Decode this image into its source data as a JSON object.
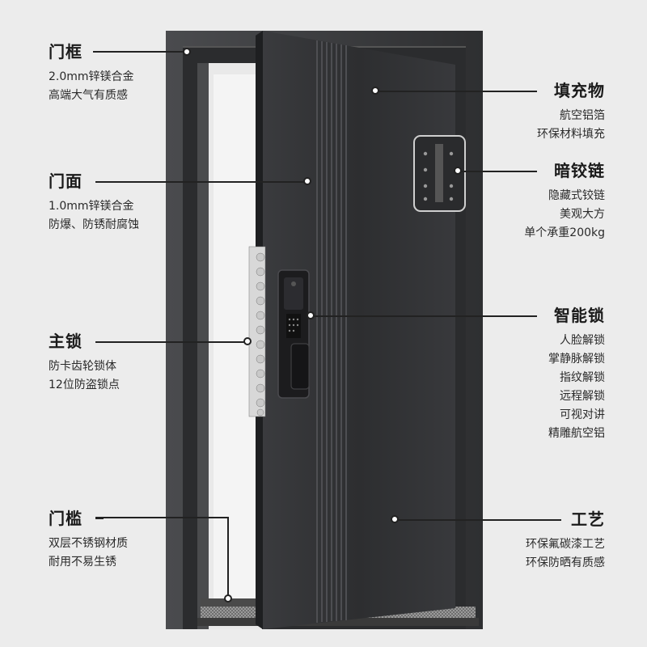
{
  "callouts": {
    "frame": {
      "title": "门框",
      "lines": [
        "2.0mm锌镁合金",
        "高端大气有质感"
      ]
    },
    "panel": {
      "title": "门面",
      "lines": [
        "1.0mm锌镁合金",
        "防爆、防锈耐腐蚀"
      ]
    },
    "main_lock": {
      "title": "主锁",
      "lines": [
        "防卡齿轮锁体",
        "12位防盗锁点"
      ]
    },
    "threshold": {
      "title": "门槛",
      "lines": [
        "双层不锈钢材质",
        "耐用不易生锈"
      ]
    },
    "filling": {
      "title": "填充物",
      "lines": [
        "航空铝箔",
        "环保材料填充"
      ]
    },
    "hinge": {
      "title": "暗铰链",
      "lines": [
        "隐藏式铰链",
        "美观大方",
        "单个承重200kg"
      ]
    },
    "smart_lock": {
      "title": "智能锁",
      "lines": [
        "人脸解锁",
        "掌静脉解锁",
        "指纹解锁",
        "远程解锁",
        "可视对讲",
        "精雕航空铝"
      ]
    },
    "craft": {
      "title": "工艺",
      "lines": [
        "环保氟碳漆工艺",
        "环保防晒有质感"
      ]
    }
  },
  "colors": {
    "background": "#ececec",
    "frame": "#3a3b3d",
    "door": "#2f3032",
    "lock": "#1c1c1e"
  }
}
